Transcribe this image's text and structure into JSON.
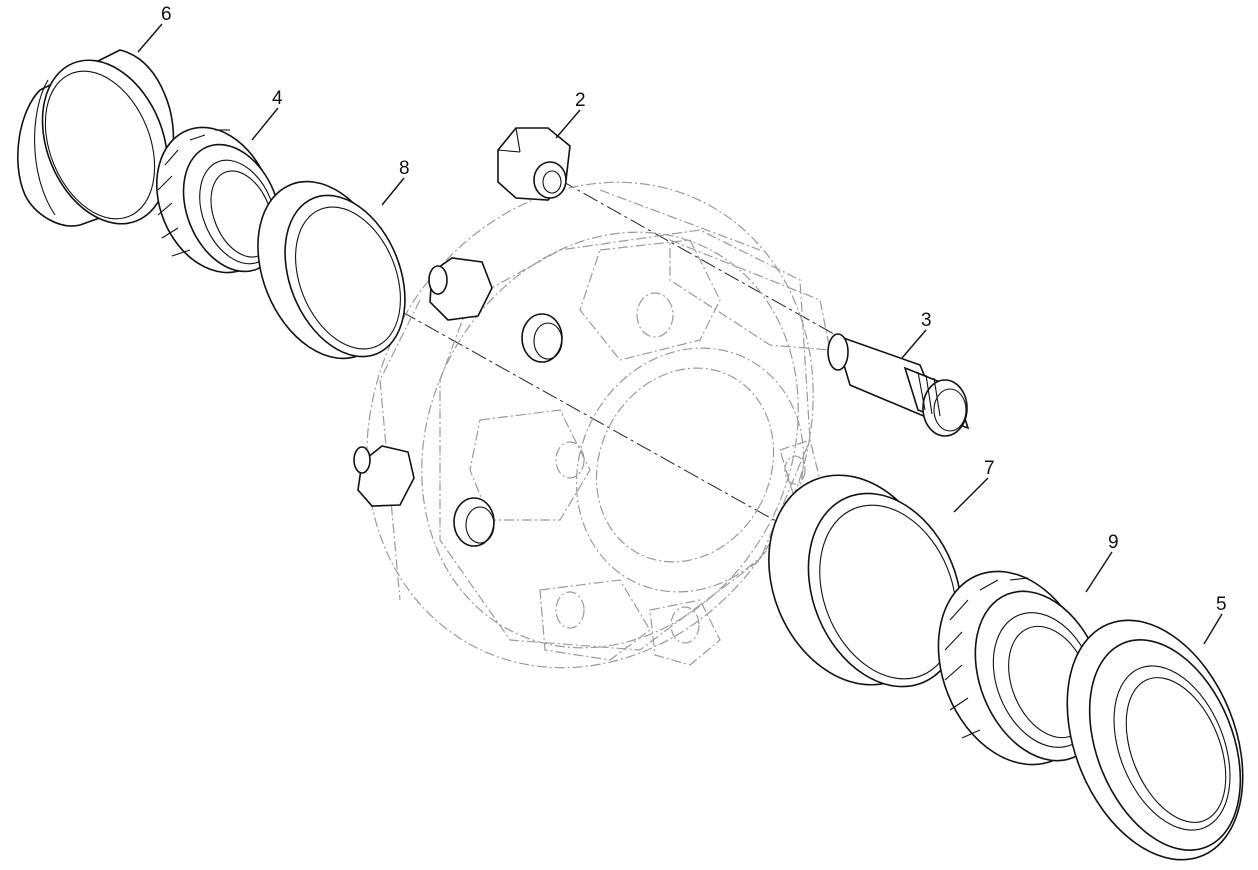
{
  "callouts": {
    "c6": "6",
    "c4": "4",
    "c8": "8",
    "c2": "2",
    "c3": "3",
    "c7": "7",
    "c9": "9",
    "c5": "5"
  }
}
